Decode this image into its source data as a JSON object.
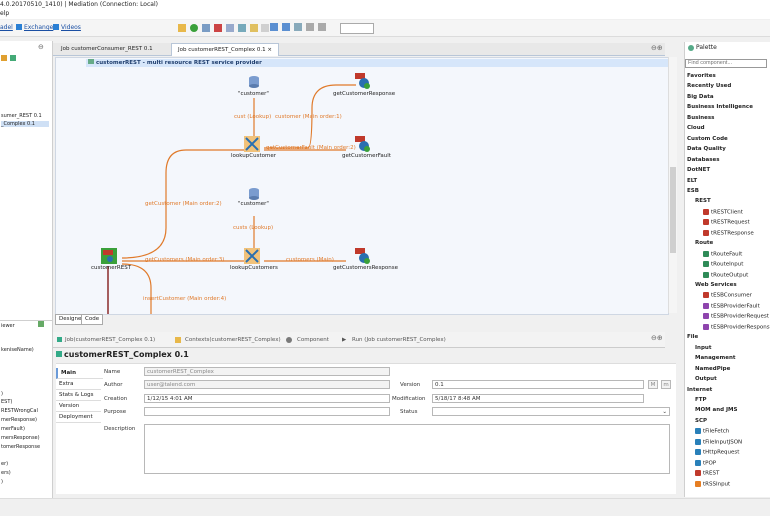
{
  "window": {
    "title": "4.0.20170510_1410) | Mediation (Connection: Local)",
    "menu": "elp"
  },
  "links": {
    "items": [
      "adel",
      "Exchange",
      "Videos"
    ]
  },
  "left_panel": {
    "top_lines": [
      "sumer_REST 0.1",
      "_Complex 0.1"
    ],
    "bottom_header": "iewer",
    "bottom_lines": [
      "keniseName)",
      ")",
      "EST)",
      "RESTWrongCal",
      "merResponse)",
      "merFault)",
      "mersResponse)",
      "tomerResponse",
      "er)",
      "ers)",
      ")"
    ]
  },
  "editor": {
    "tabs": [
      "Job customerConsumer_REST 0.1",
      "Job customerREST_Complex 0.1"
    ],
    "subjob_title": "customerREST - multi resource REST service provider",
    "design_tabs": [
      "Designer",
      "Code"
    ]
  },
  "nodes": {
    "customer1": "\"customer\"",
    "getCustomerResponse": "getCustomerResponse",
    "lookupCustomer": "lookupCustomer",
    "getCustomerFault": "getCustomerFault",
    "customer2": "\"customer\"",
    "customerREST": "customerREST",
    "lookupCustomers": "lookupCustomers",
    "getCustomersResponse": "getCustomersResponse"
  },
  "edges": {
    "cust_lookup": "cust (Lookup)",
    "customer_main1": "customer (Main order:1)",
    "getCustomerFault_main2": "getCustomerFault (Main order:2)",
    "getCustomer_main2": "getCustomer (Main order:2)",
    "custs_lookup": "custs (Lookup)",
    "getCustomers_main3": "getCustomers (Main order:3)",
    "customers_main": "customers (Main)",
    "insertCustomer_main4": "insertCustomer (Main order:4)"
  },
  "bottom": {
    "tabs": [
      "Job(customerREST_Complex 0.1)",
      "Contexts(customerREST_Complex)",
      "Component",
      "Run (Job customerREST_Complex)"
    ],
    "title": "customerREST_Complex 0.1",
    "vtabs": [
      "Main",
      "Extra",
      "Stats & Logs",
      "Version",
      "Deployment"
    ],
    "labels": {
      "name": "Name",
      "author": "Author",
      "creation": "Creation",
      "purpose": "Purpose",
      "description": "Description",
      "version": "Version",
      "modification": "Modification",
      "status": "Status"
    },
    "values": {
      "name": "customerREST_Complex",
      "author": "user@talend.com",
      "creation": "1/12/15 4:01 AM",
      "version": "0.1",
      "modification": "5/18/17 8:48 AM",
      "version_m": "M",
      "version_m2": "m"
    }
  },
  "palette": {
    "tab": "Palette",
    "search_placeholder": "Find component...",
    "items": [
      {
        "label": "Favorites",
        "kind": "cat",
        "indent": 0
      },
      {
        "label": "Recently Used",
        "kind": "cat",
        "indent": 0
      },
      {
        "label": "Big Data",
        "kind": "cat",
        "indent": 0
      },
      {
        "label": "Business Intelligence",
        "kind": "cat",
        "indent": 0
      },
      {
        "label": "Business",
        "kind": "cat",
        "indent": 0
      },
      {
        "label": "Cloud",
        "kind": "cat",
        "indent": 0
      },
      {
        "label": "Custom Code",
        "kind": "cat",
        "indent": 0
      },
      {
        "label": "Data Quality",
        "kind": "cat",
        "indent": 0
      },
      {
        "label": "Databases",
        "kind": "cat",
        "indent": 0
      },
      {
        "label": "DotNET",
        "kind": "cat",
        "indent": 0
      },
      {
        "label": "ELT",
        "kind": "cat",
        "indent": 0
      },
      {
        "label": "ESB",
        "kind": "cat",
        "indent": 0
      },
      {
        "label": "REST",
        "kind": "cat",
        "indent": 1
      },
      {
        "label": "tRESTClient",
        "kind": "item",
        "indent": 2,
        "color": "#c0392b"
      },
      {
        "label": "tRESTRequest",
        "kind": "item",
        "indent": 2,
        "color": "#c0392b"
      },
      {
        "label": "tRESTResponse",
        "kind": "item",
        "indent": 2,
        "color": "#c0392b"
      },
      {
        "label": "Route",
        "kind": "cat",
        "indent": 1
      },
      {
        "label": "tRouteFault",
        "kind": "item",
        "indent": 2,
        "color": "#2e8b57"
      },
      {
        "label": "tRouteInput",
        "kind": "item",
        "indent": 2,
        "color": "#2e8b57"
      },
      {
        "label": "tRouteOutput",
        "kind": "item",
        "indent": 2,
        "color": "#2e8b57"
      },
      {
        "label": "Web Services",
        "kind": "cat",
        "indent": 1
      },
      {
        "label": "tESBConsumer",
        "kind": "item",
        "indent": 2,
        "color": "#c0392b"
      },
      {
        "label": "tESBProviderFault",
        "kind": "item",
        "indent": 2,
        "color": "#8e44ad"
      },
      {
        "label": "tESBProviderRequest",
        "kind": "item",
        "indent": 2,
        "color": "#8e44ad"
      },
      {
        "label": "tESBProviderRespons",
        "kind": "item",
        "indent": 2,
        "color": "#8e44ad"
      },
      {
        "label": "File",
        "kind": "cat",
        "indent": 0
      },
      {
        "label": "Input",
        "kind": "cat",
        "indent": 1
      },
      {
        "label": "Management",
        "kind": "cat",
        "indent": 1
      },
      {
        "label": "NamedPipe",
        "kind": "cat",
        "indent": 1
      },
      {
        "label": "Output",
        "kind": "cat",
        "indent": 1
      },
      {
        "label": "Internet",
        "kind": "cat",
        "indent": 0
      },
      {
        "label": "FTP",
        "kind": "cat",
        "indent": 1
      },
      {
        "label": "MOM and JMS",
        "kind": "cat",
        "indent": 1
      },
      {
        "label": "SCP",
        "kind": "cat",
        "indent": 1
      },
      {
        "label": "tFileFetch",
        "kind": "item",
        "indent": 1,
        "color": "#2980b9"
      },
      {
        "label": "tFileInputJSON",
        "kind": "item",
        "indent": 1,
        "color": "#2980b9"
      },
      {
        "label": "tHttpRequest",
        "kind": "item",
        "indent": 1,
        "color": "#2980b9"
      },
      {
        "label": "tPOP",
        "kind": "item",
        "indent": 1,
        "color": "#2980b9"
      },
      {
        "label": "tREST",
        "kind": "item",
        "indent": 1,
        "color": "#c0392b"
      },
      {
        "label": "tRSSInput",
        "kind": "item",
        "indent": 1,
        "color": "#e67e22"
      }
    ]
  },
  "colors": {
    "accent": "#e07a2a",
    "link": "#1a4fa3",
    "subjob": "#d6e6fa"
  }
}
